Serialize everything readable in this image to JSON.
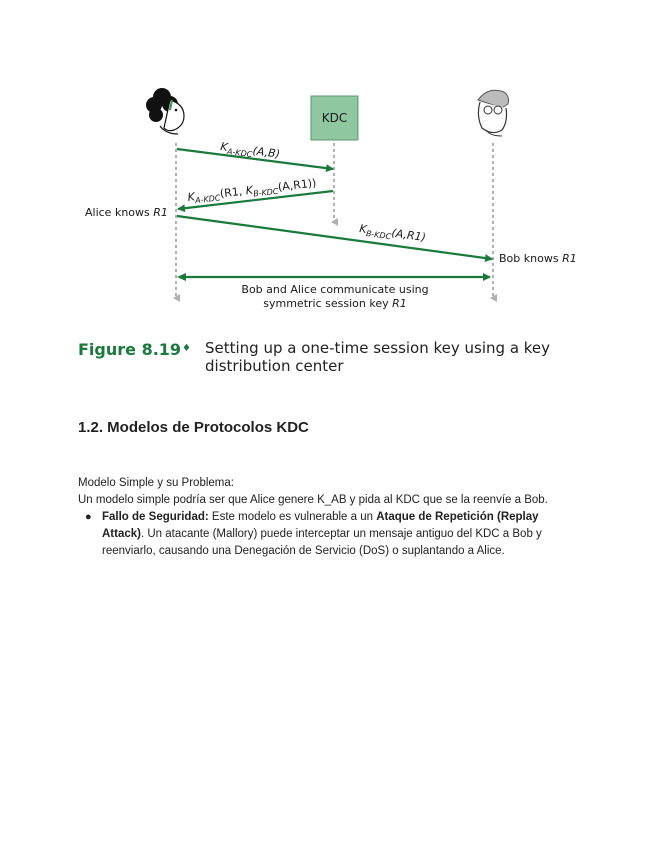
{
  "diagram": {
    "kdc_label": "KDC",
    "msg1": {
      "k": "K",
      "sub": "A-KDC",
      "args": "(A,B)"
    },
    "msg2": {
      "k1": "K",
      "sub1": "A-KDC",
      "mid": "(R1, ",
      "k2": "K",
      "sub2": "B-KDC",
      "args": "(A,R1))"
    },
    "msg3": {
      "k": "K",
      "sub": "B-KDC",
      "args": "(A,R1)"
    },
    "alice_knows_prefix": "Alice knows ",
    "alice_knows_key": "R1",
    "bob_knows_prefix": "Bob knows ",
    "bob_knows_key": "R1",
    "communicate_line1": "Bob and Alice communicate using",
    "communicate_line2_prefix": "symmetric session key ",
    "communicate_line2_key": "R1",
    "colors": {
      "arrow": "#1a7a3c",
      "kdc_fill": "#8fc7a0",
      "lifeline": "#b0b0b0"
    }
  },
  "caption": {
    "figure_number": "Figure 8.19",
    "bullet": "♦",
    "text": "Setting up a one-time session key using a key distribution center"
  },
  "section": {
    "title": "1.2. Modelos de Protocolos KDC"
  },
  "body": {
    "heading": "Modelo Simple y su Problema:",
    "intro": "Un modelo simple podría ser que Alice genere K_AB y pida al KDC que se la reenvíe a Bob.",
    "bullet_marker": "●",
    "bullet_bold": "Fallo de Seguridad:",
    "bullet_text1": " Este modelo es vulnerable a un ",
    "bullet_bold2": "Ataque de Repetición (Replay Attack)",
    "bullet_text2": ". Un atacante (Mallory) puede interceptar un mensaje antiguo del KDC a Bob y reenviarlo, causando una Denegación de Servicio (DoS) o suplantando a Alice."
  }
}
